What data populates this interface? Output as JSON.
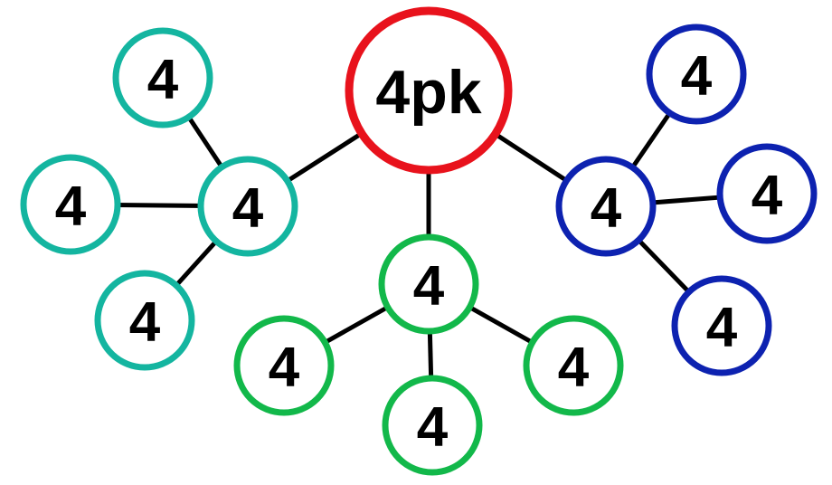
{
  "colors": {
    "background": "#ffffff",
    "edge": "#000000",
    "label": "#000000",
    "root_ring": "#e8121c",
    "teal_ring": "#14b5a0",
    "green_ring": "#12b84a",
    "blue_ring": "#0d22b0"
  },
  "root": {
    "label": "4pk",
    "ring_color": "#e8121c"
  },
  "branches": [
    {
      "name": "teal",
      "ring_color": "#14b5a0",
      "hub_label": "4",
      "leaf_labels": [
        "4",
        "4",
        "4"
      ]
    },
    {
      "name": "green",
      "ring_color": "#12b84a",
      "hub_label": "4",
      "leaf_labels": [
        "4",
        "4",
        "4"
      ]
    },
    {
      "name": "blue",
      "ring_color": "#0d22b0",
      "hub_label": "4",
      "leaf_labels": [
        "4",
        "4",
        "4"
      ]
    }
  ]
}
